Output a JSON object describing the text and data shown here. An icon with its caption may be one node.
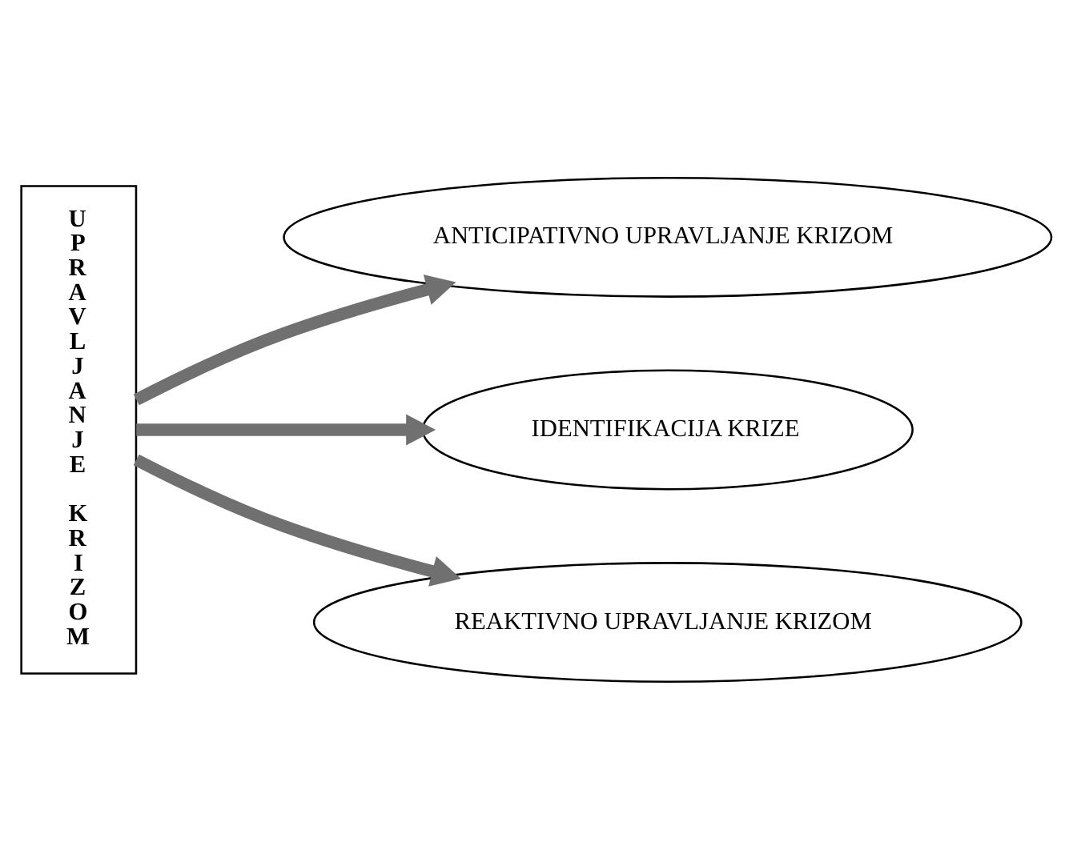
{
  "diagram": {
    "nodes": [
      {
        "text": [
          "UPRAVLJANJE KRIZOM"
        ]
      },
      {
        "text": [
          "ANTICIPATIVNO UPRAVLJANJE KRIZOM"
        ]
      },
      {
        "text": [
          "IDENTIFIKACIJA KRIZE"
        ]
      },
      {
        "text": [
          "REAKTIVNO UPRAVLJANJE KRIZOM"
        ]
      }
    ],
    "edges": [
      {
        "from": 0,
        "to": 1,
        "arrow": "to"
      },
      {
        "from": 0,
        "to": 2,
        "arrow": "to"
      },
      {
        "from": 0,
        "to": 3,
        "arrow": "to"
      }
    ]
  }
}
